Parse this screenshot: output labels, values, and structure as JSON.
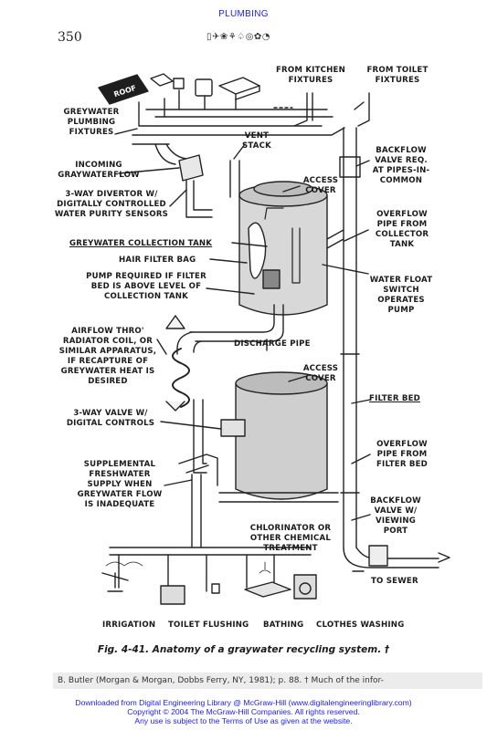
{
  "header": {
    "section": "PLUMBING",
    "page_number": "350",
    "dingbats": "▯✈❀⚘♤◎✿◔"
  },
  "diagram": {
    "roof_tag": "ROOF",
    "labels": {
      "from_kitchen": [
        "FROM KITCHEN",
        "FIXTURES"
      ],
      "from_toilet": [
        "FROM TOILET",
        "FIXTURES"
      ],
      "greywater_plumbing": [
        "GREYWATER",
        "PLUMBING",
        "FIXTURES"
      ],
      "vent_stack": [
        "VENT",
        "STACK"
      ],
      "backflow_req": [
        "BACKFLOW",
        "VALVE REQ.",
        "AT PIPES-IN-",
        "COMMON"
      ],
      "incoming_flow": [
        "INCOMING",
        "GRAYWATERFLOW"
      ],
      "access_cover_top": [
        "ACCESS",
        "COVER"
      ],
      "divertor": [
        "3-WAY DIVERTOR w/",
        "DIGITALLY CONTROLLED",
        "WATER PURITY SENSORS"
      ],
      "overflow_collector": [
        "OVERFLOW",
        "PIPE FROM",
        "COLLECTOR",
        "TANK"
      ],
      "collection_tank": "GREYWATER COLLECTION TANK",
      "hair_filter": "HAIR FILTER BAG",
      "pump_required": [
        "PUMP REQUIRED IF FILTER",
        "BED IS ABOVE LEVEL OF",
        "COLLECTION TANK"
      ],
      "water_float": [
        "WATER FLOAT",
        "SWITCH",
        "OPERATES",
        "PUMP"
      ],
      "airflow": [
        "AIRFLOW THRO'",
        "RADIATOR COIL, OR",
        "SIMILAR APPARATUS,",
        "IF RECAPTURE OF",
        "GREYWATER HEAT IS",
        "DESIRED"
      ],
      "discharge_pipe": "DISCHARGE PIPE",
      "access_cover_bottom": [
        "ACCESS",
        "COVER"
      ],
      "filter_bed": "FILTER BED",
      "three_way_valve": [
        "3-WAY VALVE w/",
        "DIGITAL CONTROLS"
      ],
      "overflow_filter": [
        "OVERFLOW",
        "PIPE FROM",
        "FILTER BED"
      ],
      "supplemental": [
        "SUPPLEMENTAL",
        "FRESHWATER",
        "SUPPLY WHEN",
        "GREYWATER FLOW",
        "IS INADEQUATE"
      ],
      "backflow_viewing": [
        "BACKFLOW",
        "VALVE w/",
        "VIEWING",
        "PORT"
      ],
      "chlorinator": [
        "CHLORINATOR OR",
        "OTHER CHEMICAL",
        "TREATMENT"
      ],
      "to_sewer": "TO SEWER",
      "irrigation": "IRRIGATION",
      "toilet_flushing": "TOILET FLUSHING",
      "bathing": "BATHING",
      "clothes_washing": "CLOTHES WASHING"
    }
  },
  "caption": "Fig. 4-41.  Anatomy of a graywater recycling system. †",
  "footnote": "B. Butler (Morgan & Morgan, Dobbs Ferry, NY, 1981); p. 88.    † Much of the infor-",
  "footer": [
    "Downloaded from Digital Engineering Library @ McGraw-Hill (www.digitalengineeringlibrary.com)",
    "Copyright © 2004 The McGraw-Hill Companies. All rights reserved.",
    "Any use is subject to the Terms of Use as given at the website."
  ]
}
